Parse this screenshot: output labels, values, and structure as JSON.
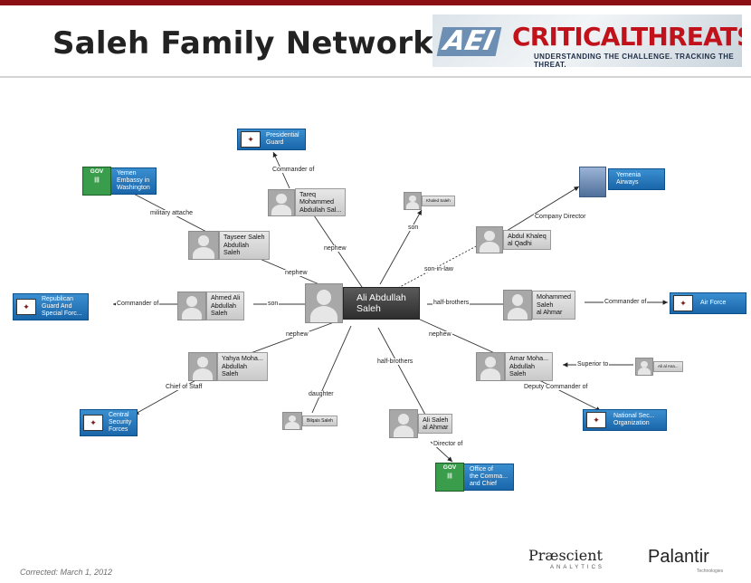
{
  "header": {
    "title": "Saleh Family Network",
    "logo_aei": "AEI",
    "logo_critical": "CRITICALTHREATS.ORG",
    "logo_tagline": "UNDERSTANDING THE CHALLENGE.  TRACKING THE THREAT."
  },
  "center": {
    "name": "Ali Abdullah\nSaleh"
  },
  "people": {
    "tareq": "Tareq\nMohammed\nAbdullah Sal...",
    "tayseer": "Tayseer Saleh\nAbdullah\nSaleh",
    "ahmed": "Ahmed Ali\nAbdullah\nSaleh",
    "yahya": "Yahya Moha...\nAbdullah\nSaleh",
    "bilqis": "Bilqais Saleh",
    "alisaleh": "Ali Saleh\nal Ahmar",
    "khalid": "Khaled Saleh",
    "abdulkhaleq": "Abdul Khaleq\nal Qadhi",
    "mohammed": "Mohammed\nSaleh\nal Ahmar",
    "amar": "Amar Moha...\nAbdullah\nSaleh",
    "aliana": "Ali al Ana..."
  },
  "orgs": {
    "presidential_guard": "Presidential\nGuard",
    "yemen_embassy": "Yemen\nEmbassy in\nWashington",
    "republican_guard": "Republican\nGuard And\nSpecial Forc...",
    "central_security": "Central\nSecurity\nForces",
    "office_commander": "Office of\nthe Comma...\nand Chief",
    "yemenia": "Yemenia\nAirways",
    "air_force": "Air Force",
    "national_security": "National Sec...\nOrganization"
  },
  "gov_label": "GOV",
  "edges": {
    "commander_of_pg": "Commander of",
    "military_attache": "military attache",
    "nephew_tareq": "nephew",
    "nephew_tayseer": "nephew",
    "son_khalid": "son",
    "company_director": "Company Director",
    "son_in_law": "son-in-law",
    "commander_of_rg": "Commander of",
    "son_ahmed": "son",
    "half_brothers_mohammed": "half-brothers",
    "commander_of_af": "Commander of",
    "nephew_yahya": "nephew",
    "nephew_amar": "nephew",
    "half_brothers_ali": "half-brothers",
    "daughter": "daughter",
    "chief_of_staff": "Chief of Staff",
    "superior_to": "Superior to",
    "deputy_commander": "Deputy Commander of",
    "director_of": "Director of"
  },
  "footer": {
    "corrected": "Corrected: March 1, 2012",
    "praescient": "Præscient",
    "praescient_sub": "ANALYTICS",
    "palantir": "Palantir",
    "palantir_sub": "Technologies"
  },
  "colors": {
    "topbar": "#8b0f14",
    "org_blue": "#1a66aa",
    "gov_green": "#3a9d4b"
  }
}
